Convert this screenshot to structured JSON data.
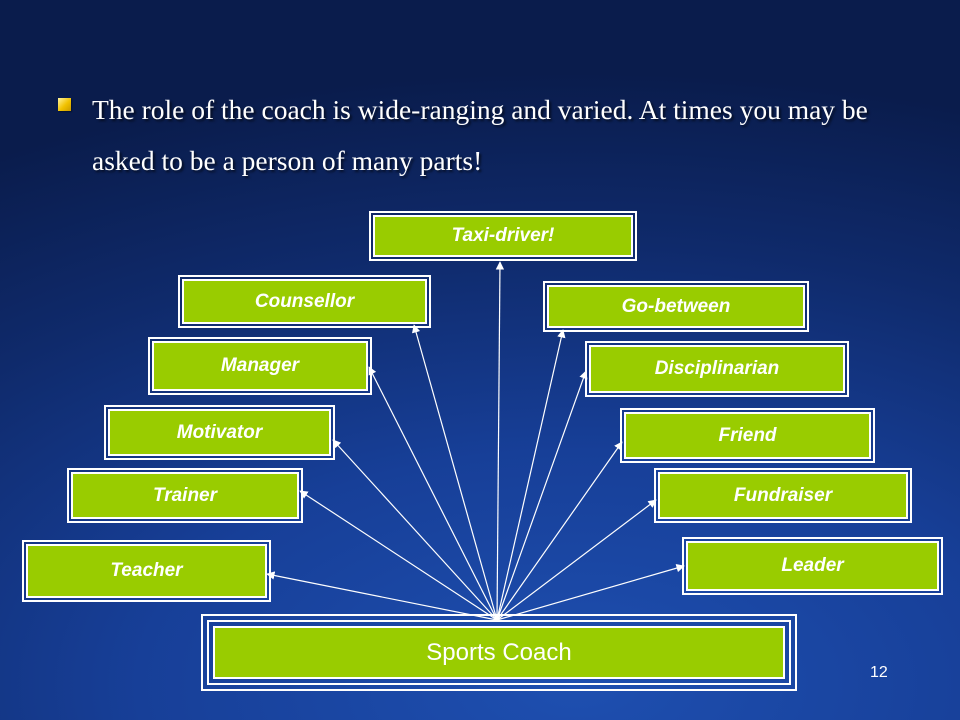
{
  "bullet": {
    "text": "The role of the coach is wide-ranging and varied. At times you may be asked to be a person of many parts!"
  },
  "diagram": {
    "center_label": "Sports Coach",
    "roles": [
      {
        "id": "taxi-driver",
        "label": "Taxi-driver!"
      },
      {
        "id": "counsellor",
        "label": "Counsellor"
      },
      {
        "id": "go-between",
        "label": "Go-between"
      },
      {
        "id": "manager",
        "label": "Manager"
      },
      {
        "id": "disciplinarian",
        "label": "Disciplinarian"
      },
      {
        "id": "motivator",
        "label": "Motivator"
      },
      {
        "id": "friend",
        "label": "Friend"
      },
      {
        "id": "trainer",
        "label": "Trainer"
      },
      {
        "id": "fundraiser",
        "label": "Fundraiser"
      },
      {
        "id": "teacher",
        "label": "Teacher"
      },
      {
        "id": "leader",
        "label": "Leader"
      }
    ]
  },
  "slide": {
    "page_number": "12"
  },
  "colors": {
    "box_fill": "#99cc00",
    "text": "#ffffff",
    "background": "#173f98"
  }
}
